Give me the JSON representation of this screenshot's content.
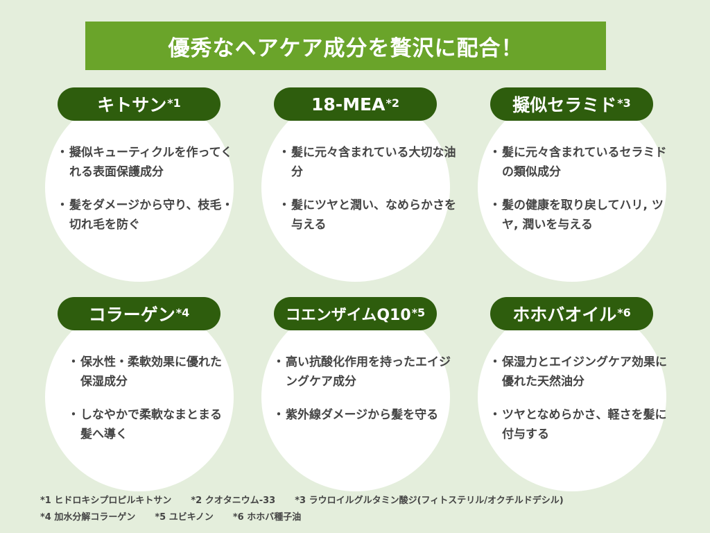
{
  "banner": {
    "title": "優秀なヘアケア成分を贅沢に配合！",
    "color": "#6aa42a"
  },
  "colors": {
    "background": "#e4eedc",
    "pill": "#2e5d0d",
    "circle": "#ffffff",
    "text": "#444444"
  },
  "cards": [
    {
      "name": "キトサン",
      "note": "*1",
      "bullets": [
        "擬似キューティクルを作ってくれる表面保護成分",
        "髪をダメージから守り、枝毛・切れ毛を防ぐ"
      ]
    },
    {
      "name": "18-MEA",
      "note": "*2",
      "bullets": [
        "髪に元々含まれている大切な油分",
        "髪にツヤと潤い、なめらかさを与える"
      ]
    },
    {
      "name": "擬似セラミド",
      "note": "*3",
      "bullets": [
        "髪に元々含まれているセラミドの類似成分",
        "髪の健康を取り戻してハリ, ツヤ, 潤いを与える"
      ]
    },
    {
      "name": "コラーゲン",
      "note": "*4",
      "bullets": [
        "保水性・柔軟効果に優れた保湿成分",
        "しなやかで柔軟なまとまる髪へ導く"
      ]
    },
    {
      "name": "コエンザイムQ10",
      "note": "*5",
      "bullets": [
        "高い抗酸化作用を持ったエイジングケア成分",
        "紫外線ダメージから髪を守る"
      ]
    },
    {
      "name": "ホホバオイル",
      "note": "*6",
      "bullets": [
        "保湿力とエイジングケア効果に優れた天然油分",
        "ツヤとなめらかさ、軽さを髪に付与する"
      ]
    }
  ],
  "footnotes": {
    "row1": [
      "*1 ヒドロキシプロピルキトサン",
      "*2 クオタニウム-33",
      "*3 ラウロイルグルタミン酸ジ(フィトステリル/オクチルドデシル)"
    ],
    "row2": [
      "*4 加水分解コラーゲン",
      "*5 ユビキノン",
      "*6 ホホバ種子油"
    ]
  }
}
